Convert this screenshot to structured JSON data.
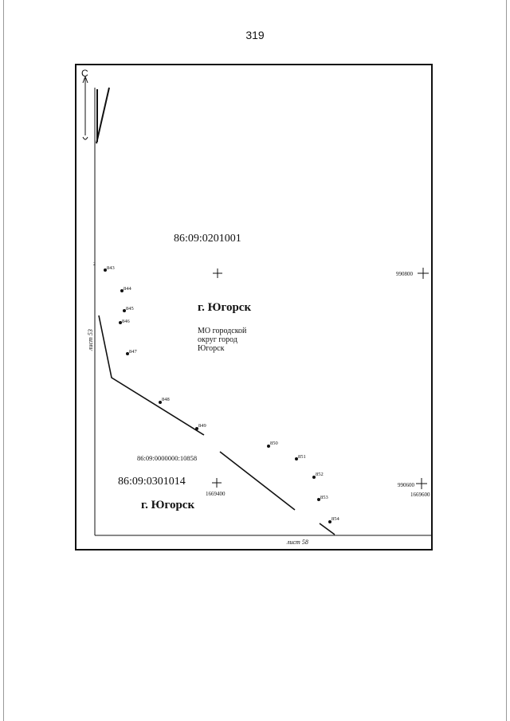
{
  "page_number": "319",
  "north_label": "С",
  "parcels": {
    "north_code": "86:09:0201001",
    "south_code": "86:09:0301014",
    "boundary_code": "86:09:0000000:10858"
  },
  "labels": {
    "city_north": "г. Югорск",
    "city_south": "г. Югорск",
    "municipality": [
      "МО городской",
      "округ город",
      "Югорск"
    ],
    "sheet_left": "лист 53",
    "sheet_bottom": "лист 58"
  },
  "grid": {
    "y_top": "990800",
    "y_bottom": "990600",
    "x_left": "1669400",
    "x_right": "1669600"
  },
  "points": [
    {
      "label": "843"
    },
    {
      "label": "844"
    },
    {
      "label": "845"
    },
    {
      "label": "846"
    },
    {
      "label": "847"
    },
    {
      "label": "848"
    },
    {
      "label": "849"
    },
    {
      "label": "850"
    },
    {
      "label": "851"
    },
    {
      "label": "852"
    },
    {
      "label": "853"
    },
    {
      "label": "854"
    }
  ],
  "edge_mark": "2"
}
